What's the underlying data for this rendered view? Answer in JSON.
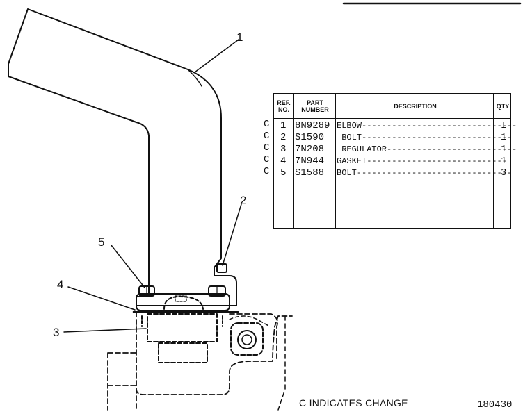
{
  "callouts": [
    "1",
    "2",
    "3",
    "4",
    "5"
  ],
  "table": {
    "headers": {
      "ref_no": "REF.\nNO.",
      "part_number": "PART\nNUMBER",
      "description": "DESCRIPTION",
      "qty": "QTY"
    },
    "rows": [
      {
        "change": "C",
        "ref": "1",
        "part": "8N9289",
        "desc": "ELBOW-------------------------------",
        "qty": "I"
      },
      {
        "change": "C",
        "ref": "2",
        "part": "S1590",
        "desc": " BOLT------------------------------",
        "qty": "1"
      },
      {
        "change": "C",
        "ref": "3",
        "part": "7N208",
        "desc": " REGULATOR--------------------------",
        "qty": "1"
      },
      {
        "change": "C",
        "ref": "4",
        "part": "7N944",
        "desc": "GASKET----------------------------",
        "qty": "1"
      },
      {
        "change": "C",
        "ref": "5",
        "part": "S1588",
        "desc": "BOLT-------------------------------",
        "qty": "3"
      }
    ]
  },
  "footer_note": "C INDICATES CHANGE",
  "drawing_number": "180430"
}
